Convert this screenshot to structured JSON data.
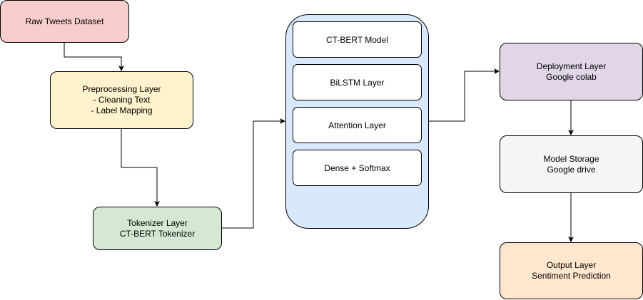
{
  "colors": {
    "raw_fill": "#f8cecc",
    "preprocess_fill": "#fff2cc",
    "tokenizer_fill": "#d5e8d4",
    "model_group_fill": "#dae8fc",
    "deployment_fill": "#e1d5e7",
    "storage_fill": "#f5f5f5",
    "output_fill": "#ffe6cc",
    "stroke": "#000000"
  },
  "nodes": {
    "raw": {
      "lines": [
        "Raw Tweets Dataset"
      ]
    },
    "preprocess": {
      "lines": [
        "Preprocessing Layer",
        "- Cleaning Text",
        "- Label Mapping"
      ]
    },
    "tokenizer": {
      "lines": [
        "Tokenizer Layer",
        "CT-BERT Tokenizer"
      ]
    },
    "deployment": {
      "lines": [
        "Deployment Layer",
        "Google colab"
      ]
    },
    "storage": {
      "lines": [
        "Model Storage",
        "Google drive"
      ]
    },
    "output": {
      "lines": [
        "Output Layer",
        "Sentiment Prediction"
      ]
    }
  },
  "model_stack": {
    "layers": [
      "CT-BERT Model",
      "BiLSTM Layer",
      "Attention Layer",
      "Dense + Softmax"
    ]
  }
}
